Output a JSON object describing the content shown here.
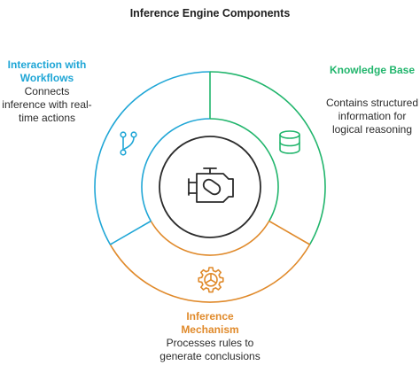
{
  "title": "Inference Engine Components",
  "components": {
    "interaction": {
      "heading": "Interaction with Workflows",
      "description": "Connects inference with real-time actions",
      "color": "#1fa6d6",
      "icon": "workflow-branch-icon"
    },
    "knowledge": {
      "heading": "Knowledge Base",
      "description": "Contains structured information for logical reasoning",
      "color": "#21b56c",
      "icon": "database-icon"
    },
    "mechanism": {
      "heading": "Inference Mechanism",
      "description": "Processes rules to generate conclusions",
      "color": "#e08a2b",
      "icon": "gear-icon"
    }
  },
  "center_icon": "engine-icon"
}
